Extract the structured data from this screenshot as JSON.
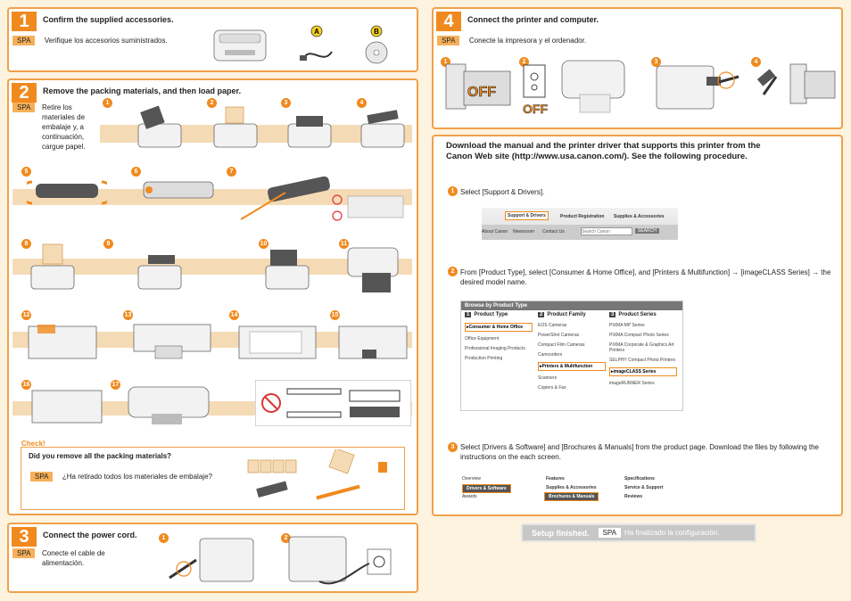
{
  "steps": [
    {
      "num": "1",
      "title": "Confirm the supplied accessories.",
      "spa": "SPA",
      "desc": "Verifique los accesorios suministrados."
    },
    {
      "num": "2",
      "title": "Remove the packing materials, and then load paper.",
      "spa": "SPA",
      "desc": "Retire los materiales de embalaje y, a continuación, cargue papel."
    },
    {
      "num": "3",
      "title": "Connect the power cord.",
      "spa": "SPA",
      "desc": "Conecte el cable de alimentación."
    },
    {
      "num": "4",
      "title": "Connect the printer and computer.",
      "spa": "SPA",
      "desc": "Conecte la impresora y el ordenador."
    }
  ],
  "accessory_labels": [
    "A",
    "B"
  ],
  "off_label": "OFF",
  "check": {
    "label": "Check!",
    "question": "Did you remove all the packing materials?",
    "spa": "SPA",
    "answer": "¿Ha retirado todos los materiales de embalaje?"
  },
  "download": {
    "heading": "Download the manual and the printer driver that supports this printer from the Canon Web site (http://www.usa.canon.com/). See the following procedure.",
    "step1": "Select [Support & Drivers].",
    "step2": "From [Product Type], select [Consumer & Home Office], and [Printers & Multifunction] → [imageCLASS Series] → the desired model name.",
    "step3": "Select [Drivers & Software] and [Brochures & Manuals] from the product page. Download the files by following the instructions on the each screen.",
    "nav1": {
      "support": "Support & Drivers",
      "reg": "Product Registration",
      "supplies": "Supplies & Accessories",
      "about": "About Canon",
      "news": "Newsroom",
      "contact": "Contact Us",
      "search_placeholder": "Search Canon",
      "search_btn": "SEARCH"
    },
    "browse": {
      "title": "Browse by Product Type",
      "cols": [
        {
          "num": "1",
          "title": "Product Type",
          "items": [
            "Consumer & Home Office",
            "Office Equipment",
            "Professional Imaging Products",
            "Production Printing"
          ]
        },
        {
          "num": "2",
          "title": "Product Family",
          "items": [
            "EOS Cameras",
            "PowerShot Cameras",
            "Compact Film Cameras",
            "Camcorders",
            "Printers & Multifunction",
            "Scanners",
            "Copiers & Fax"
          ]
        },
        {
          "num": "3",
          "title": "Product Series",
          "items": [
            "PIXMA MP Series",
            "PIXMA Compact Photo Series",
            "PIXMA Corporate & Graphics Art Printers",
            "SELPHY Compact Photo Printers",
            "imageCLASS Series",
            "imageRUNNER Series"
          ]
        }
      ]
    },
    "tabs": {
      "overview": "Overview",
      "drivers": "Drivers & Software",
      "awards": "Awards",
      "features": "Features",
      "supplies": "Supplies & Accessories",
      "brochures": "Brochures & Manuals",
      "specs": "Specifications",
      "service": "Service & Support",
      "reviews": "Reviews"
    }
  },
  "finish": {
    "label": "Setup finished.",
    "spa": "SPA",
    "text": "Ha finalizado la configuración."
  }
}
